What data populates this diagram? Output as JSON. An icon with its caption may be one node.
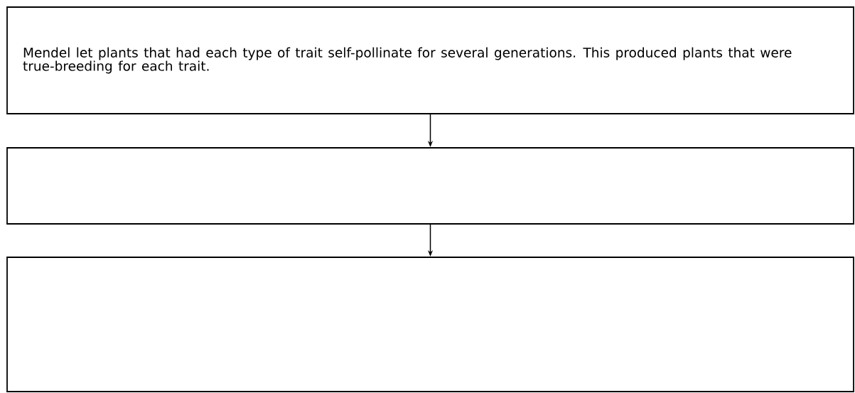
{
  "diagram": {
    "nodes": [
      {
        "text": [
          "Mendel let plants that had each type of trait self-pollinate for several generations. This produced plants that were true-breeding for each trait."
        ]
      },
      {
        "text": [],
        "shape": "box"
      },
      {
        "text": [],
        "shape": "box"
      }
    ],
    "edges": [
      {
        "from": 0,
        "to": 1,
        "arrow": "to"
      },
      {
        "from": 1,
        "to": 2,
        "arrow": "to"
      }
    ]
  }
}
